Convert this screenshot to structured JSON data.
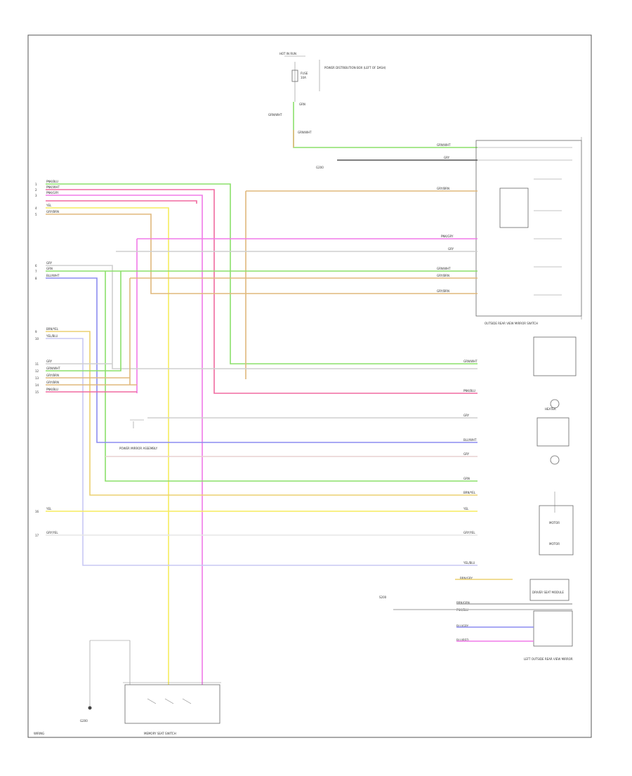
{
  "colors": {
    "green": "#8be06a",
    "pink": "#f06aa0",
    "magenta": "#f07ae8",
    "yellow": "#f6ec5e",
    "orange": "#e0b87c",
    "blue": "#8c8cf0",
    "lightblue": "#c8c8f4",
    "gray": "#cfcfcf",
    "goldyellow": "#ecd070",
    "black": "#333333"
  },
  "top": {
    "fuse_box_label": "HOT IN RUN",
    "fuse_label": "FUSE",
    "fuse_amp": "10A",
    "fuse_note": "POWER DISTRIBUTION BOX (LEFT OF DASH)",
    "g_label": "GRN",
    "g2_label": "GRN/WHT",
    "wire_code": "GRN/WHT"
  },
  "left_connectors": {
    "group1": [
      "1",
      "2",
      "3",
      "4",
      "5"
    ],
    "group1_wires": [
      "PNK/BLU",
      "PNK/WHT",
      "PNK/GRY",
      "YEL",
      "GRY/BRN"
    ],
    "group2": [
      "6",
      "7",
      "8"
    ],
    "group2_wires": [
      "GRY",
      "GRN",
      "BLU/WHT"
    ],
    "group3": [
      "9",
      "10"
    ],
    "group3_wires": [
      "BRN/YEL",
      "YEL/BLU"
    ],
    "group4": [
      "11",
      "12",
      "13",
      "14",
      "15"
    ],
    "group4_wires": [
      "GRY",
      "GRN/WHT",
      "GRY/BRN",
      "GRY/BRN",
      "PNK/BLU"
    ],
    "group5": [
      "16",
      "17"
    ],
    "group5_wires": [
      "YEL",
      "GRY/YEL"
    ]
  },
  "right_labels": {
    "switch_title": "OUTSIDE REAR VIEW MIRROR SWITCH",
    "r1": "GRN/WHT",
    "r2": "GRY",
    "r3": "GRY/BRN",
    "r4": "PNK/GRY",
    "r5": "GRY",
    "r6": "GRN/WHT",
    "r7": "GRY/BRN",
    "r8": "GRY/BRN",
    "r9": "GRN/WHT",
    "r10": "PNK/BLU",
    "r11": "GRY",
    "r12": "BLU/WHT",
    "r13": "GRY",
    "r14": "GRN",
    "r15": "BRN/YEL",
    "r16": "YEL",
    "r17": "GRY/YEL",
    "r18": "YEL/BLU",
    "r19": "BRN/GRY",
    "r20": "BRN/GRN",
    "r21": "BLU/GRY",
    "r22": "BLU/RED",
    "r23": "PNK/BLU"
  },
  "components": {
    "left_mirror": "LEFT OUTSIDE REAR VIEW MIRROR",
    "motor1": "MOTOR",
    "motor2": "MOTOR",
    "heater": "HEATER",
    "power_mirror": "POWER MIRROR ASSEMBLY",
    "seat_switch": "MEMORY SEAT SWITCH",
    "ground": "G200",
    "right_mirror": "LEFT OUTSIDE REAR VIEW MIRROR",
    "memory_module": "DRIVER SEAT MODULE",
    "splice": "S200",
    "page": "WIRING"
  }
}
